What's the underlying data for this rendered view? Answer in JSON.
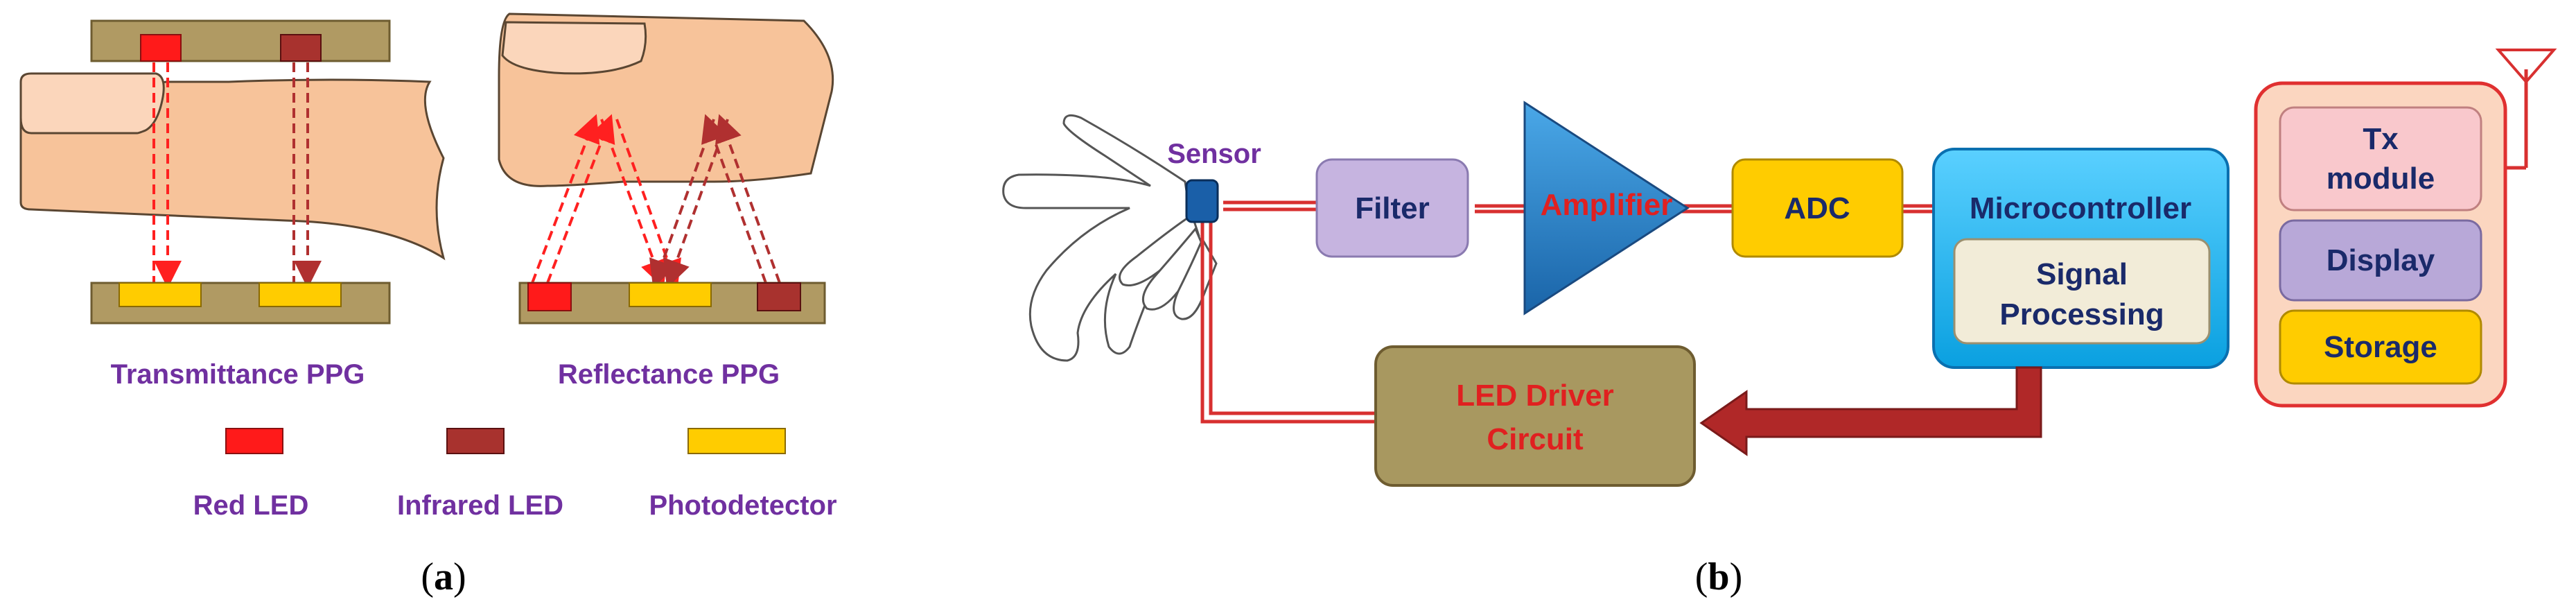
{
  "panel_a": {
    "labels": {
      "transmittance": "Transmittance PPG",
      "reflectance": "Reflectance PPG"
    },
    "legend": {
      "red_led": "Red LED",
      "infrared_led": "Infrared LED",
      "photodetector": "Photodetector"
    },
    "caption": {
      "open": "(",
      "letter": "a",
      "close": ")"
    }
  },
  "panel_b": {
    "blocks": {
      "sensor": "Sensor",
      "filter": "Filter",
      "amplifier": "Amplifier",
      "adc": "ADC",
      "microcontroller": "Microcontroller",
      "signal_processing_line1": "Signal",
      "signal_processing_line2": "Processing",
      "led_driver_line1": "LED Driver",
      "led_driver_line2": "Circuit",
      "tx_line1": "Tx",
      "tx_line2": "module",
      "display": "Display",
      "storage": "Storage"
    },
    "caption": {
      "open": "(",
      "letter": "b",
      "close": ")"
    }
  },
  "colors": {
    "skin": "#f7c39a",
    "skin_edge": "#5a4632",
    "plate": "#b09a63",
    "red_led": "#ff1a1a",
    "infrared_led": "#a8322e",
    "photodetector": "#ffcc00",
    "label_purple": "#7030a0",
    "ray_red": "#ff2020",
    "ray_dark": "#b03030",
    "wire": "#d83030",
    "filter_box": "#c6b4e0",
    "amplifier": "#2a80c8",
    "adc_box": "#ffcc00",
    "mcu": "#19b4f0",
    "led_driver_box": "#a89860",
    "output_panel": "#fbd6c0",
    "tx_box": "#f9c8cc",
    "display_box": "#b8a8d8",
    "storage_box": "#ffcc00"
  }
}
